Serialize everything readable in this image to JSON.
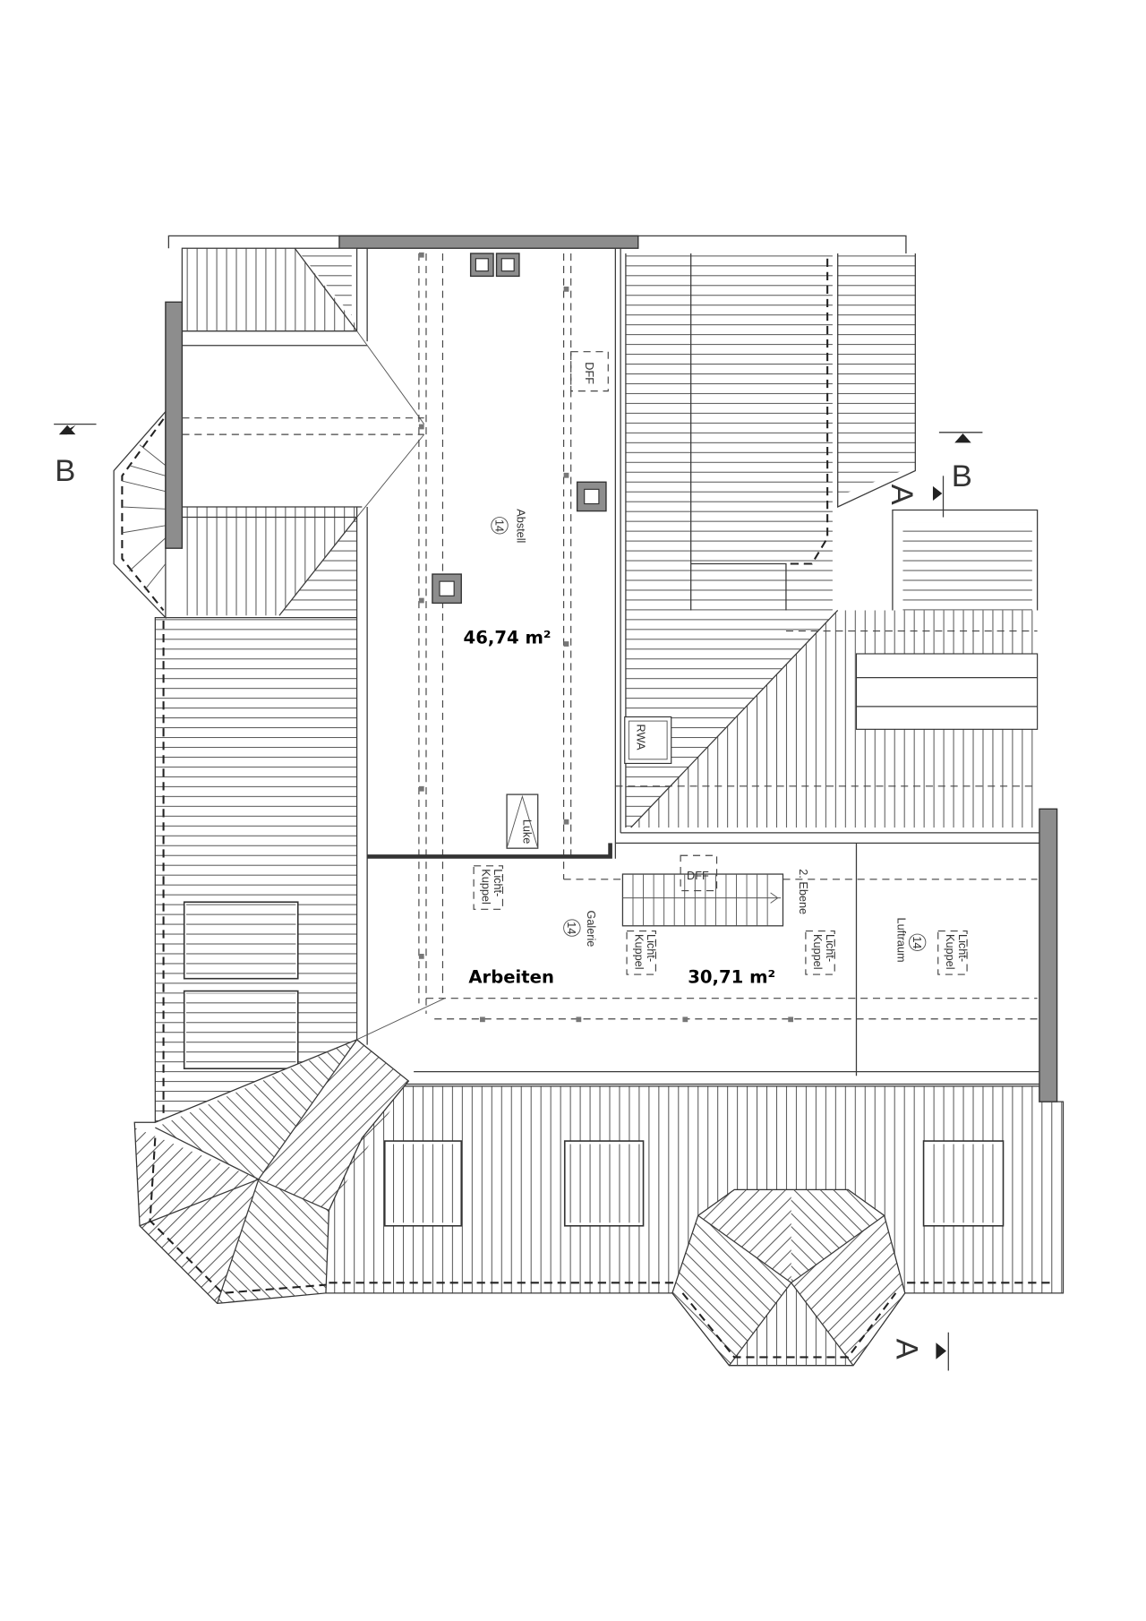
{
  "plan": {
    "rooms": {
      "abstell": {
        "name": "Abstell",
        "number": "14",
        "area": "46,74 m²"
      },
      "galerie": {
        "name": "Galerie",
        "number": "14",
        "use": "Arbeiten",
        "area": "30,71 m²"
      },
      "luftraum": {
        "name": "Luftraum",
        "number": "14"
      }
    },
    "labels": {
      "dff": "DFF",
      "rwa": "RWA",
      "luke": "Luke",
      "licht_kuppel_1": "Licht-",
      "licht_kuppel_2": "Kuppel",
      "ebene": "2. Ebene"
    },
    "sections": {
      "a": "A",
      "b": "B"
    },
    "colors": {
      "wall": "#8d8d8d",
      "line": "#3a3a3a"
    }
  }
}
